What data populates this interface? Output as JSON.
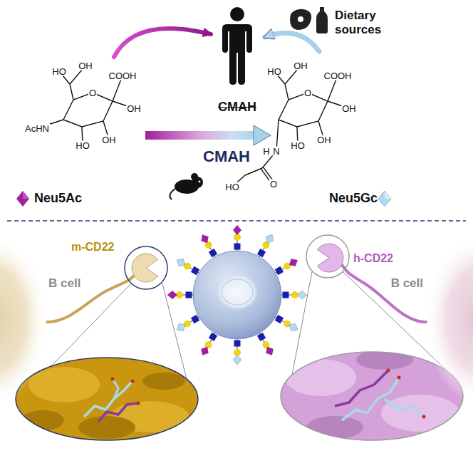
{
  "diagram": {
    "nodes": [
      {
        "text": [
          "Neu5Ac"
        ]
      },
      {
        "text": [
          "Neu5Gc"
        ]
      },
      {
        "text": [
          "B cell"
        ]
      },
      {
        "text": [
          "B cell"
        ]
      }
    ],
    "edges": [
      {
        "from": 0,
        "to": 1,
        "arrow": "to"
      }
    ],
    "labels": [
      "Dietary sources",
      "CMAH",
      "CMAH",
      "m-CD22",
      "h-CD22",
      "HO",
      "OH",
      "COOH",
      "O",
      "OH",
      "AcHN",
      "HO",
      "OH",
      "HO",
      "OH",
      "COOH",
      "O",
      "OH",
      "HO",
      "OH",
      "N",
      "H",
      "O",
      "HO"
    ]
  }
}
